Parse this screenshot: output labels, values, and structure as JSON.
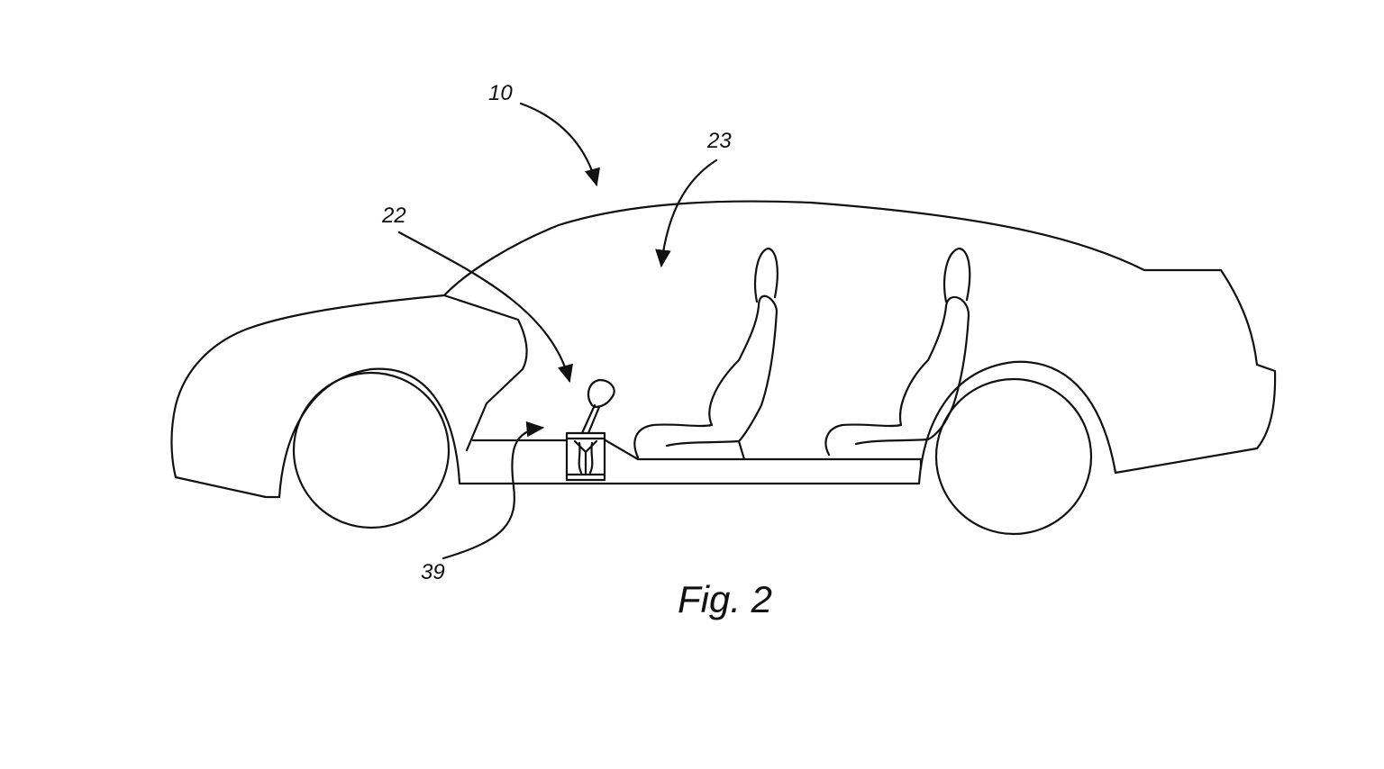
{
  "figure_label": "Fig. 2",
  "reference_numerals": {
    "vehicle": "10",
    "passenger_compartment": "23",
    "shifter_assembly": "22",
    "floor_mount": "39"
  }
}
